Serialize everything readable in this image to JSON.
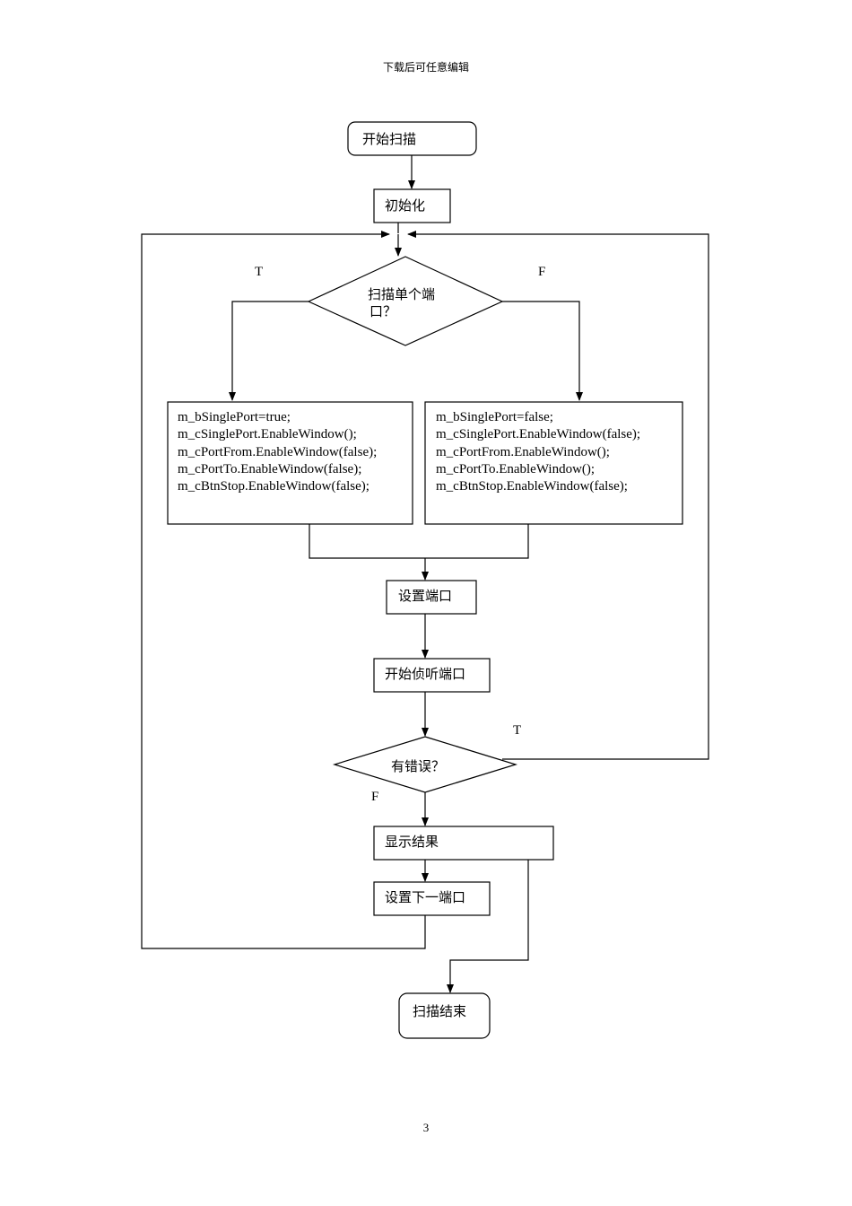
{
  "header": {
    "text": "下载后可任意编辑"
  },
  "footer": {
    "page_number": "3"
  },
  "flowchart": {
    "start": "开始扫描",
    "init": "初始化",
    "decision_single": {
      "line1": "扫描单个端",
      "line2": "口？"
    },
    "branch_true_label": "T",
    "branch_false_label": "F",
    "left_box_lines": [
      "m_bSinglePort=true;",
      "m_cSinglePort.EnableWindow();",
      "m_cPortFrom.EnableWindow(false);",
      "m_cPortTo.EnableWindow(false);",
      "m_cBtnStop.EnableWindow(false);"
    ],
    "right_box_lines": [
      "m_bSinglePort=false;",
      "m_cSinglePort.EnableWindow(false);",
      "m_cPortFrom.EnableWindow();",
      "m_cPortTo.EnableWindow();",
      "m_cBtnStop.EnableWindow(false);"
    ],
    "set_port": "设置端口",
    "start_listen": "开始侦听端口",
    "decision_error": "有错误？",
    "error_true_label": "T",
    "error_false_label": "F",
    "show_result": "显示结果",
    "next_port": "设置下一端口",
    "end": "扫描结束"
  }
}
